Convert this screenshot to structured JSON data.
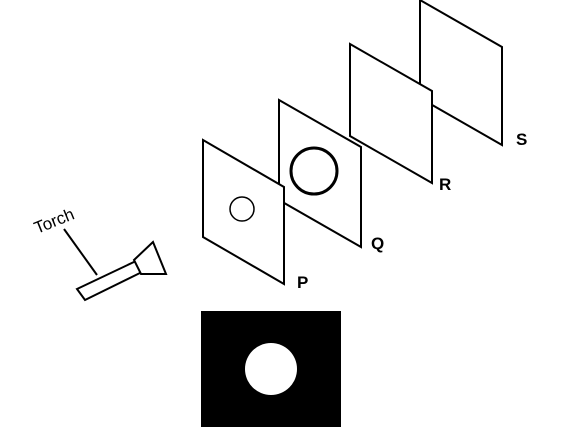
{
  "labels": {
    "torch": "Torch",
    "p": "P",
    "q": "Q",
    "r": "R",
    "s": "S"
  },
  "colors": {
    "line": "#000000",
    "screen_background": "#000000",
    "light_spot": "#ffffff"
  }
}
